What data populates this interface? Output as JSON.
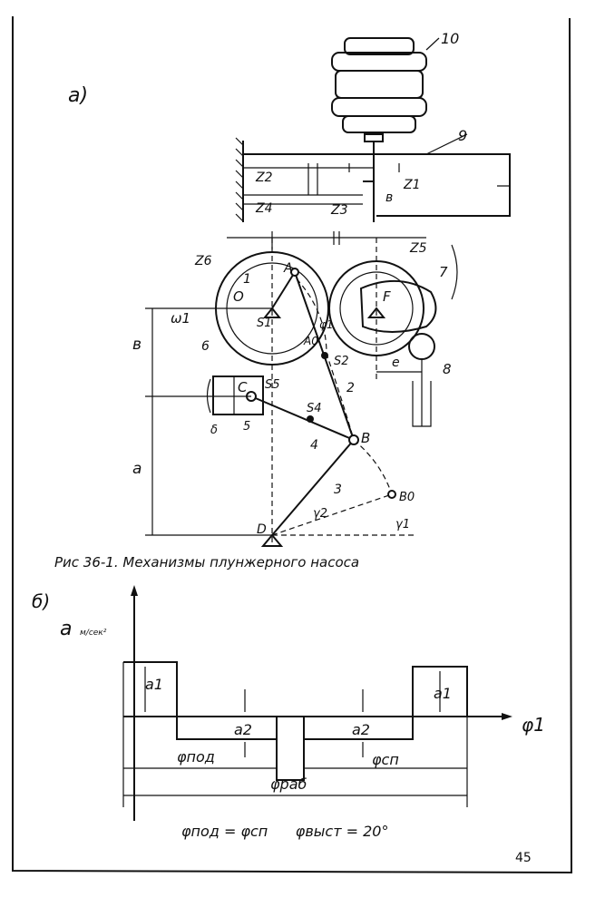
{
  "part_a_label": "а)",
  "part_b_label": "б)",
  "labels": {
    "motor": "10",
    "gearbox": "9",
    "z1": "Z1",
    "z2": "Z2",
    "z3": "Z3",
    "z4": "Z4",
    "z5": "Z5",
    "z6": "Z6",
    "b_shaft": "в",
    "omega": "ω1",
    "link1": "1",
    "A": "A",
    "O": "O",
    "S1": "S1",
    "A0": "A0",
    "phi1": "φ1",
    "F": "F",
    "cam": "7",
    "roller": "8",
    "e": "e",
    "S2": "S2",
    "link2": "2",
    "B": "B",
    "C": "C",
    "S5": "S5",
    "S4": "S4",
    "link4": "4",
    "link3": "3",
    "B0": "B0",
    "D": "D",
    "gamma2": "γ2",
    "gamma1": "γ1",
    "dim_b": "в",
    "dim_a": "а",
    "part6": "6",
    "part5": "5",
    "delta": "δ"
  },
  "caption": "Рис 36-1. Механизмы плунжерного насоса",
  "graph": {
    "y_axis": "a",
    "y_unit": "м/сек²",
    "x_axis": "φ1",
    "a1_left": "a1",
    "a2_left": "a2",
    "a2_right": "a2",
    "a1_right": "a1",
    "phi_pod": "φпод",
    "phi_sp": "φсп",
    "phi_rab": "φраб"
  },
  "formula": "φпод = φсп      φвыст = 20°",
  "page_number": "45"
}
